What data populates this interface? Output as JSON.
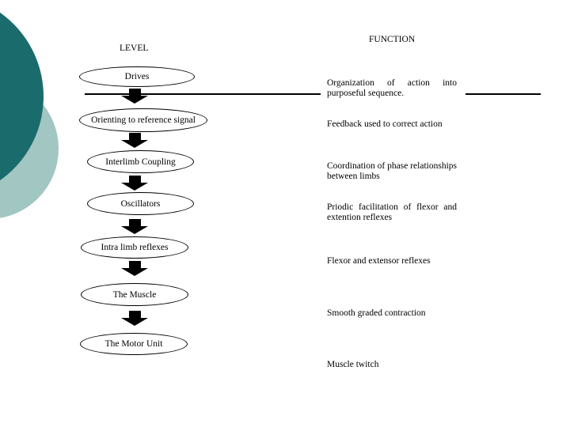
{
  "slide": {
    "background_color": "#ffffff",
    "decor": {
      "dark_circle_color": "#1a6b6c",
      "light_circle_color": "#a2c6c2"
    },
    "line_color": "#000000"
  },
  "headers": {
    "level": "LEVEL",
    "function": "FUNCTION"
  },
  "levels": [
    {
      "label": "Drives"
    },
    {
      "label": "Orienting to reference signal"
    },
    {
      "label": "Interlimb Coupling"
    },
    {
      "label": "Oscillators"
    },
    {
      "label": "Intra limb reflexes"
    },
    {
      "label": "The Muscle"
    },
    {
      "label": "The Motor Unit"
    }
  ],
  "functions": [
    {
      "lines": [
        "Organization of action into",
        "purposeful sequence."
      ]
    },
    {
      "lines": [
        "Feedback used to correct action"
      ]
    },
    {
      "lines": [
        "Coordination of phase relationships",
        "between limbs"
      ]
    },
    {
      "lines": [
        "Priodic facilitation of flexor and",
        "extention reflexes"
      ]
    },
    {
      "lines": [
        "Flexor and extensor reflexes"
      ]
    },
    {
      "lines": [
        "Smooth graded contraction"
      ]
    },
    {
      "lines": [
        "Muscle twitch"
      ]
    }
  ]
}
